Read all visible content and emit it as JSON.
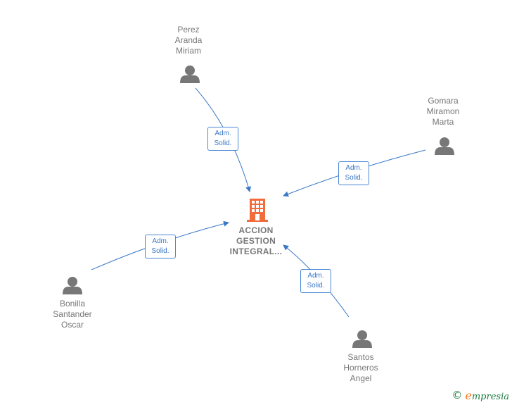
{
  "colors": {
    "edge": "#3a78c6",
    "person": "#777777",
    "company": "#f26b3a",
    "brand_green": "#1c7a3f",
    "brand_orange": "#f07a1e"
  },
  "company": {
    "icon": "building-icon",
    "name_lines": [
      "ACCION",
      "GESTION",
      "INTEGRAL..."
    ]
  },
  "persons": [
    {
      "id": "perez",
      "icon": "person-icon",
      "name_lines": [
        "Perez",
        "Aranda",
        "Miriam"
      ],
      "role_lines": [
        "Adm.",
        "Solid."
      ]
    },
    {
      "id": "gomara",
      "icon": "person-icon",
      "name_lines": [
        "Gomara",
        "Miramon",
        "Marta"
      ],
      "role_lines": [
        "Adm.",
        "Solid."
      ]
    },
    {
      "id": "bonilla",
      "icon": "person-icon",
      "name_lines": [
        "Bonilla",
        "Santander",
        "Oscar"
      ],
      "role_lines": [
        "Adm.",
        "Solid."
      ]
    },
    {
      "id": "santos",
      "icon": "person-icon",
      "name_lines": [
        "Santos",
        "Horneros",
        "Angel"
      ],
      "role_lines": [
        "Adm.",
        "Solid."
      ]
    }
  ],
  "footer": {
    "copyright": "©",
    "brand_first": "e",
    "brand_rest": "mpresia"
  }
}
